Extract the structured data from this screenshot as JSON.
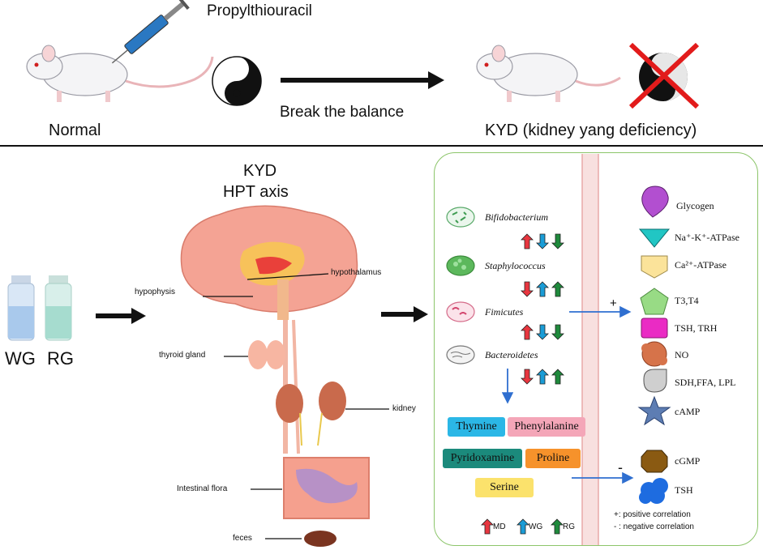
{
  "top": {
    "drug": "Propylthiouracil",
    "action": "Break the balance",
    "left_label": "Normal",
    "right_label": "KYD (kidney yang deficiency)"
  },
  "center": {
    "title_line1": "KYD",
    "title_line2": "HPT axis",
    "organs": {
      "hypophysis": "hypophysis",
      "hypothalamus": "hypothalamus",
      "thyroid": "thyroid gland",
      "kidney": "kidney",
      "flora": "Intestinal flora",
      "feces": "feces"
    }
  },
  "left": {
    "wg": "WG",
    "rg": "RG"
  },
  "bacteria": [
    {
      "name": "Bifidobacterium",
      "arrows": [
        "up-red",
        "down-blue",
        "down-green"
      ]
    },
    {
      "name": "Staphylococcus",
      "arrows": [
        "down-red",
        "up-blue",
        "up-green"
      ]
    },
    {
      "name": "Fimicutes",
      "arrows": [
        "up-red",
        "down-blue",
        "down-green"
      ]
    },
    {
      "name": "Bacteroidetes",
      "arrows": [
        "down-red",
        "up-blue",
        "up-green"
      ]
    }
  ],
  "metabolites": {
    "thymine": "Thymine",
    "phenylalanine": "Phenylalanine",
    "pyridoxamine": "Pyridoxamine",
    "proline": "Proline",
    "serine": "Serine"
  },
  "markers_positive": [
    "Glycogen",
    "Na⁺-K⁺-ATPase",
    "Ca²⁺-ATPase",
    "T3,T4",
    "TSH, TRH",
    "NO",
    "SDH,FFA, LPL",
    "cAMP"
  ],
  "markers_negative": [
    "cGMP",
    "TSH"
  ],
  "signs": {
    "plus": "+",
    "minus": "-"
  },
  "legend": {
    "md": "MD",
    "wg": "WG",
    "rg": "RG",
    "positive": "+: positive correlation",
    "negative": "- : negative correlation"
  },
  "colors": {
    "red": "#e8363f",
    "blue": "#1a9cd6",
    "green": "#1f8a3c",
    "panel_border": "#8cc56a",
    "arrow_blue": "#2f6fd0"
  }
}
